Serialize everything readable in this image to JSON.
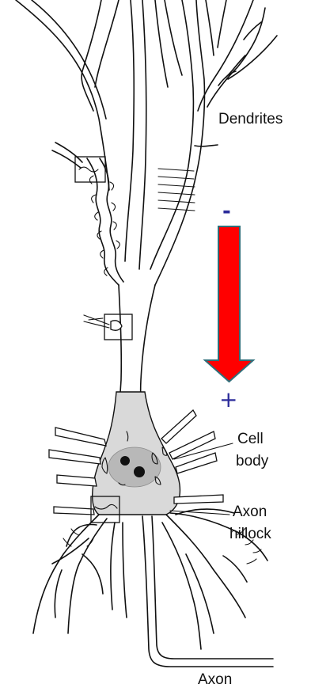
{
  "labels": {
    "dendrites": "Dendrites",
    "cell_body_line1": "Cell",
    "cell_body_line2": "body",
    "axon_hillock_line1": "Axon",
    "axon_hillock_line2": "hillock",
    "axon": "Axon"
  },
  "arrow": {
    "top_sign": "-",
    "bottom_sign": "+",
    "fill_color": "#ff0000",
    "outline_color": "#2f6f7a",
    "sign_color": "#2b2b9a"
  },
  "colors": {
    "ink": "#111111",
    "soma_shade": "#d9d9d9",
    "nucleus_shade": "#b8b8b8"
  }
}
